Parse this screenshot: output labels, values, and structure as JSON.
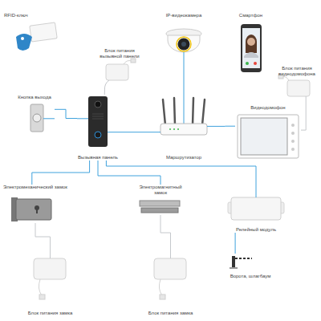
{
  "diagram": {
    "nodes": [
      {
        "text": [
          "RFID-ключ"
        ]
      },
      {
        "text": [
          "IP-видеокамера"
        ]
      },
      {
        "text": [
          "Смартфон"
        ]
      },
      {
        "text": [
          "Блок питания вызывной панели"
        ]
      },
      {
        "text": [
          "Блок питания видеодомофона"
        ]
      },
      {
        "text": [
          "Кнопка выхода"
        ]
      },
      {
        "text": [
          "Видеодомофон"
        ]
      },
      {
        "text": [
          "Вызывная панель"
        ]
      },
      {
        "text": [
          "Маршрутизатор"
        ]
      },
      {
        "text": [
          "Электромеханический замок"
        ]
      },
      {
        "text": [
          "Электромагнитный замок"
        ]
      },
      {
        "text": [
          "Релейный модуль"
        ]
      },
      {
        "text": [
          "Ворота, шлагбаум"
        ]
      },
      {
        "text": [
          "Блок питания замка"
        ]
      },
      {
        "text": [
          "Блок питания замка"
        ]
      }
    ],
    "edges": [
      {
        "from": 3,
        "to": 7,
        "arrow": "none"
      },
      {
        "from": 5,
        "to": 7,
        "arrow": "none"
      },
      {
        "from": 7,
        "to": 8,
        "arrow": "none"
      },
      {
        "from": 8,
        "to": 1,
        "arrow": "none"
      },
      {
        "from": 4,
        "to": 6,
        "arrow": "none"
      },
      {
        "from": 8,
        "to": 6,
        "arrow": "none"
      },
      {
        "from": 7,
        "to": 9,
        "arrow": "none"
      },
      {
        "from": 7,
        "to": 10,
        "arrow": "none"
      },
      {
        "from": 7,
        "to": 11,
        "arrow": "none"
      },
      {
        "from": 11,
        "to": 12,
        "arrow": "none"
      },
      {
        "from": 13,
        "to": 9,
        "arrow": "none"
      },
      {
        "from": 14,
        "to": 10,
        "arrow": "none"
      }
    ]
  }
}
